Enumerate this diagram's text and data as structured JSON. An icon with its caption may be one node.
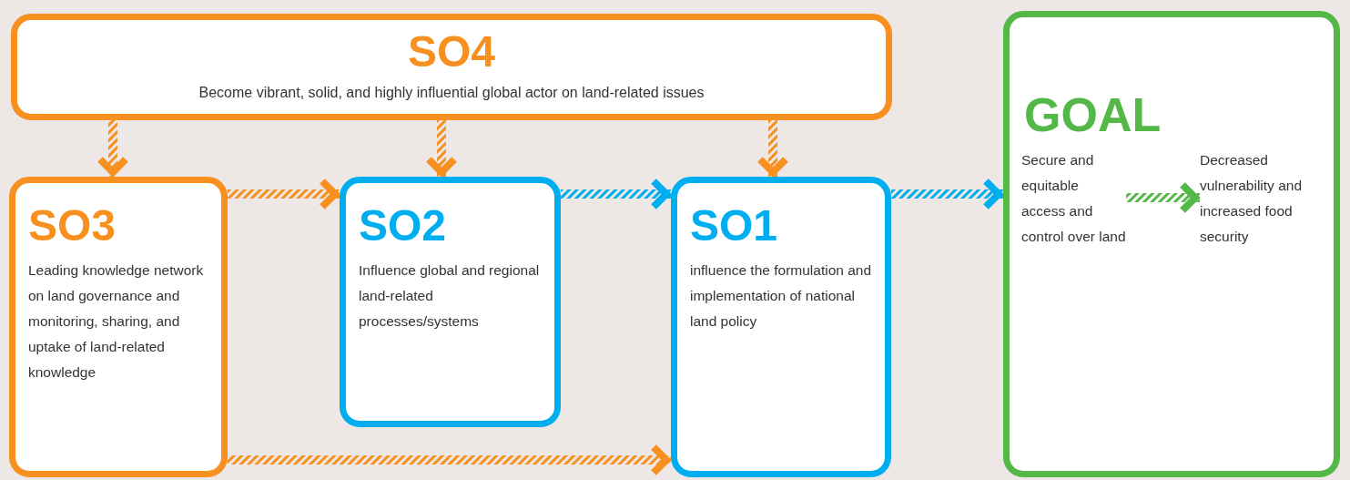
{
  "diagram": {
    "nodes": [
      {
        "text": [
          "SO4",
          "Become vibrant, solid, and highly influential global actor on land-related issues"
        ]
      },
      {
        "text": [
          "SO3",
          "Leading knowledge network on land governance and monitoring, sharing, and uptake of land-related knowledge"
        ]
      },
      {
        "text": [
          "SO2",
          "Influence global and regional land-related processes/systems"
        ]
      },
      {
        "text": [
          "SO1",
          "influence the formulation and implementation of national land policy"
        ]
      },
      {
        "text": [
          "GOAL"
        ]
      },
      {
        "text": [
          "Secure and equitable access and control over land"
        ],
        "in": 4
      },
      {
        "text": [
          "Decreased vulnerability and increased food security"
        ],
        "in": 4
      }
    ],
    "edges": [
      {
        "from": 0,
        "to": 1,
        "arrow": "to"
      },
      {
        "from": 0,
        "to": 2,
        "arrow": "to"
      },
      {
        "from": 0,
        "to": 3,
        "arrow": "to"
      },
      {
        "from": 1,
        "to": 2,
        "arrow": "to"
      },
      {
        "from": 1,
        "to": 3,
        "arrow": "to"
      },
      {
        "from": 2,
        "to": 3,
        "arrow": "to",
        "color": "#00aeef"
      },
      {
        "from": 3,
        "to": 4,
        "arrow": "to",
        "color": "#00aeef"
      },
      {
        "from": 5,
        "to": 6,
        "arrow": "to",
        "color": "#53b848"
      }
    ]
  }
}
